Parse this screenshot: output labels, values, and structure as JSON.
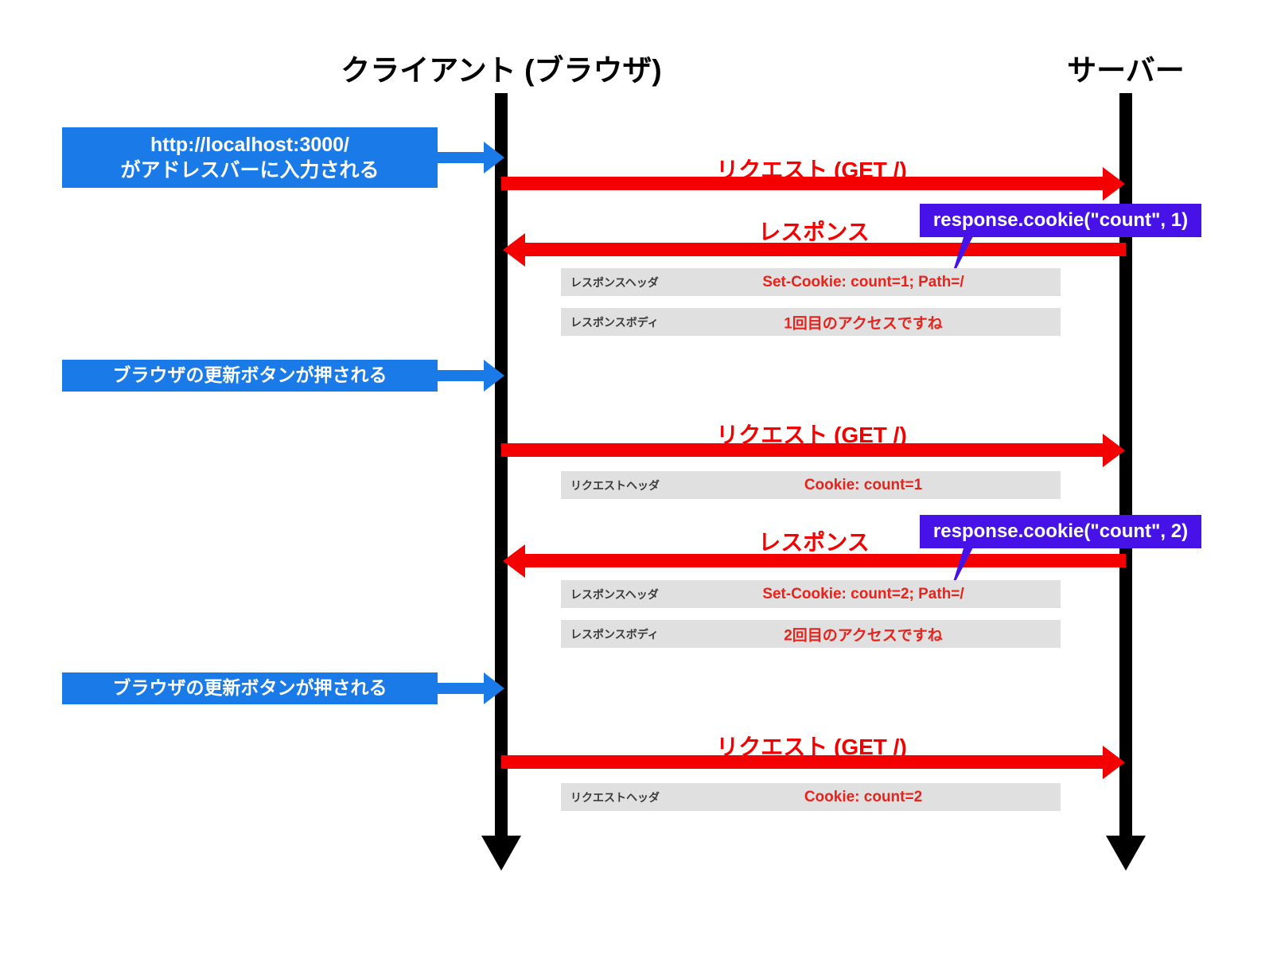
{
  "diagram": {
    "title_client": "クライアント (ブラウザ)",
    "title_server": "サーバー",
    "colors": {
      "blue": "#1a7ae8",
      "red": "#f50000",
      "purple": "#4612e8",
      "gray_row": "#e0e0e0",
      "lifeline": "#000000",
      "row_value_red": "#e8231b"
    }
  },
  "actor_boxes": [
    {
      "lines": [
        "http://localhost:3000/",
        "がアドレスバーに入力される"
      ]
    },
    {
      "lines": [
        "ブラウザの更新ボタンが押される"
      ]
    },
    {
      "lines": [
        "ブラウザの更新ボタンが押される"
      ]
    }
  ],
  "messages": [
    {
      "label": "リクエスト (GET /)",
      "direction": "right"
    },
    {
      "label": "レスポンス",
      "direction": "left"
    },
    {
      "label": "リクエスト (GET /)",
      "direction": "right"
    },
    {
      "label": "レスポンス",
      "direction": "left"
    },
    {
      "label": "リクエスト (GET /)",
      "direction": "right"
    }
  ],
  "detail_rows": [
    {
      "label": "レスポンスヘッダ",
      "value": "Set-Cookie: count=1; Path=/"
    },
    {
      "label": "レスポンスボディ",
      "value": "1回目のアクセスですね"
    },
    {
      "label": "リクエストヘッダ",
      "value": "Cookie: count=1"
    },
    {
      "label": "レスポンスヘッダ",
      "value": "Set-Cookie: count=2; Path=/"
    },
    {
      "label": "レスポンスボディ",
      "value": "2回目のアクセスですね"
    },
    {
      "label": "リクエストヘッダ",
      "value": "Cookie: count=2"
    }
  ],
  "callouts": [
    {
      "text": "response.cookie(\"count\", 1)"
    },
    {
      "text": "response.cookie(\"count\", 2)"
    }
  ]
}
